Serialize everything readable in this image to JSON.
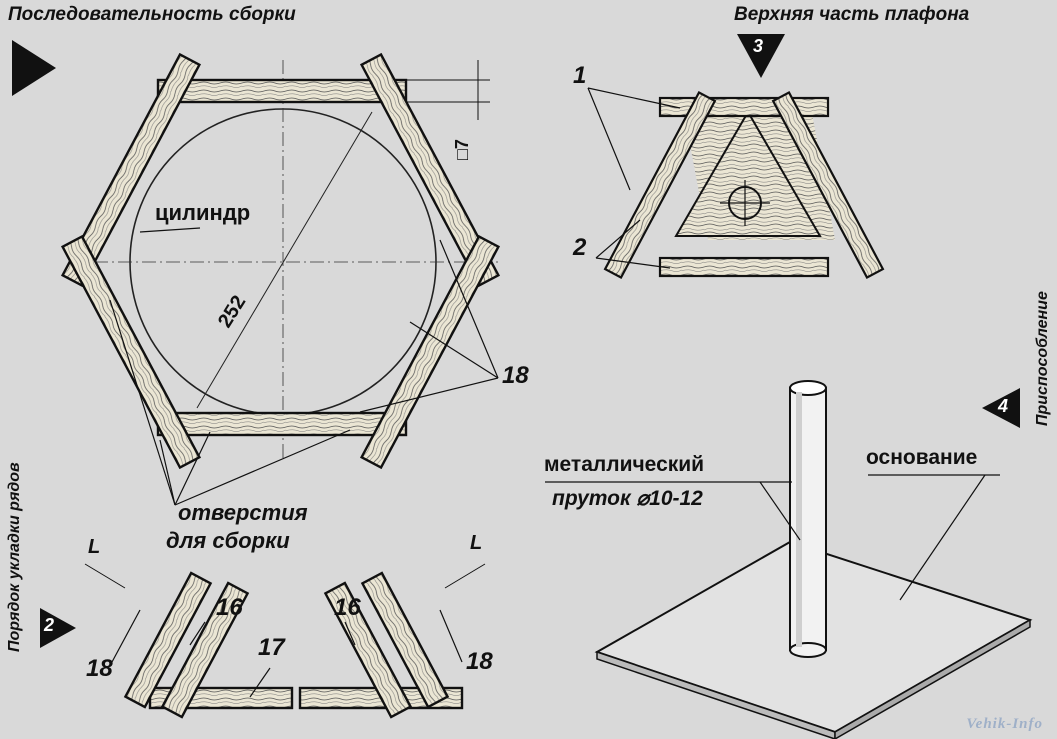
{
  "titles": {
    "assembly": "Последовательность сборки",
    "top_part": "Верхняя часть плафона",
    "row_order": "Порядок укладки рядов",
    "fixture": "Приспособление"
  },
  "steps": {
    "step2": "2",
    "step3": "3",
    "step4": "4"
  },
  "labels": {
    "cylinder": "цилиндр",
    "dim_252": "252",
    "dim_square": "□7",
    "part_18": "18",
    "holes_line1": "отверстия",
    "holes_line2": "для сборки",
    "L": "L",
    "part_16": "16",
    "part_17": "17",
    "part_1": "1",
    "part_2": "2",
    "rod_line1": "металлический",
    "rod_line2": "пруток ⌀10-12",
    "base": "основание"
  },
  "watermark": "Vehik-Info",
  "colors": {
    "background": "#d9d9d9",
    "ink": "#111111",
    "wood": "#e8e2cf"
  }
}
